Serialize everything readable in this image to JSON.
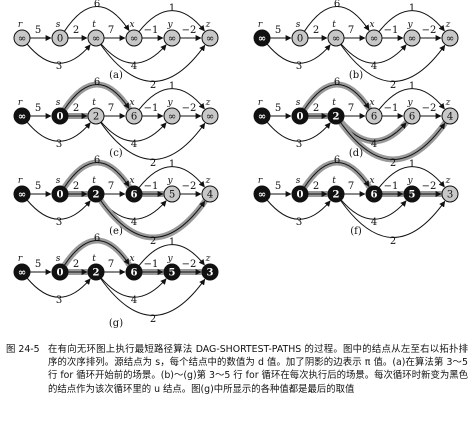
{
  "figure": {
    "number": "图 24-5",
    "caption": "在有向无环图上执行最短路径算法 DAG-SHORTEST-PATHS 的过程。图中的结点从左至右以拓扑排序的次序排列。源结点为 s，每个结点中的数值为 d 值。加了阴影的边表示 π 值。(a)在算法第 3～5 行 for 循环开始前的场景。(b)～(g)第 3～5 行 for 循环在每次执行后的场景。每次循环时新变为黑色的结点作为该次循环里的 u 结点。图(g)中所显示的各种值都是最后的取值"
  },
  "graph": {
    "vertices": [
      "r",
      "s",
      "t",
      "x",
      "y",
      "z"
    ],
    "edges": [
      {
        "from": "r",
        "to": "s",
        "weight": "5"
      },
      {
        "from": "r",
        "to": "t",
        "weight": "3"
      },
      {
        "from": "s",
        "to": "t",
        "weight": "2"
      },
      {
        "from": "s",
        "to": "x",
        "weight": "6"
      },
      {
        "from": "t",
        "to": "x",
        "weight": "7"
      },
      {
        "from": "t",
        "to": "y",
        "weight": "4"
      },
      {
        "from": "t",
        "to": "z",
        "weight": "2"
      },
      {
        "from": "x",
        "to": "y",
        "weight": "−1"
      },
      {
        "from": "x",
        "to": "z",
        "weight": "1"
      },
      {
        "from": "y",
        "to": "z",
        "weight": "−2"
      }
    ]
  },
  "colors": {
    "black": "#111111",
    "gray": "#c8c8c8",
    "white": "#ffffff",
    "shaded_edge": "#9a9a9a"
  },
  "panels": [
    {
      "label": "(a)",
      "d": {
        "r": "∞",
        "s": "0",
        "t": "∞",
        "x": "∞",
        "y": "∞",
        "z": "∞"
      },
      "state": {
        "r": "gray",
        "s": "gray",
        "t": "gray",
        "x": "gray",
        "y": "gray",
        "z": "gray"
      },
      "shaded_edges": []
    },
    {
      "label": "(b)",
      "d": {
        "r": "∞",
        "s": "0",
        "t": "∞",
        "x": "∞",
        "y": "∞",
        "z": "∞"
      },
      "state": {
        "r": "black",
        "s": "gray",
        "t": "gray",
        "x": "gray",
        "y": "gray",
        "z": "gray"
      },
      "shaded_edges": []
    },
    {
      "label": "(c)",
      "d": {
        "r": "∞",
        "s": "0",
        "t": "2",
        "x": "6",
        "y": "∞",
        "z": "∞"
      },
      "state": {
        "r": "black",
        "s": "black",
        "t": "gray",
        "x": "gray",
        "y": "gray",
        "z": "gray"
      },
      "shaded_edges": [
        "s-t",
        "s-x"
      ]
    },
    {
      "label": "(d)",
      "d": {
        "r": "∞",
        "s": "0",
        "t": "2",
        "x": "6",
        "y": "6",
        "z": "4"
      },
      "state": {
        "r": "black",
        "s": "black",
        "t": "black",
        "x": "gray",
        "y": "gray",
        "z": "gray"
      },
      "shaded_edges": [
        "s-t",
        "s-x",
        "t-y",
        "t-z"
      ]
    },
    {
      "label": "(e)",
      "d": {
        "r": "∞",
        "s": "0",
        "t": "2",
        "x": "6",
        "y": "5",
        "z": "4"
      },
      "state": {
        "r": "black",
        "s": "black",
        "t": "black",
        "x": "black",
        "y": "gray",
        "z": "gray"
      },
      "shaded_edges": [
        "s-t",
        "s-x",
        "x-y",
        "t-z"
      ]
    },
    {
      "label": "(f)",
      "d": {
        "r": "∞",
        "s": "0",
        "t": "2",
        "x": "6",
        "y": "5",
        "z": "3"
      },
      "state": {
        "r": "black",
        "s": "black",
        "t": "black",
        "x": "black",
        "y": "black",
        "z": "gray"
      },
      "shaded_edges": [
        "s-t",
        "s-x",
        "x-y",
        "y-z"
      ]
    },
    {
      "label": "(g)",
      "d": {
        "r": "∞",
        "s": "0",
        "t": "2",
        "x": "6",
        "y": "5",
        "z": "3"
      },
      "state": {
        "r": "black",
        "s": "black",
        "t": "black",
        "x": "black",
        "y": "black",
        "z": "black"
      },
      "shaded_edges": [
        "s-t",
        "s-x",
        "x-y",
        "y-z"
      ]
    }
  ]
}
